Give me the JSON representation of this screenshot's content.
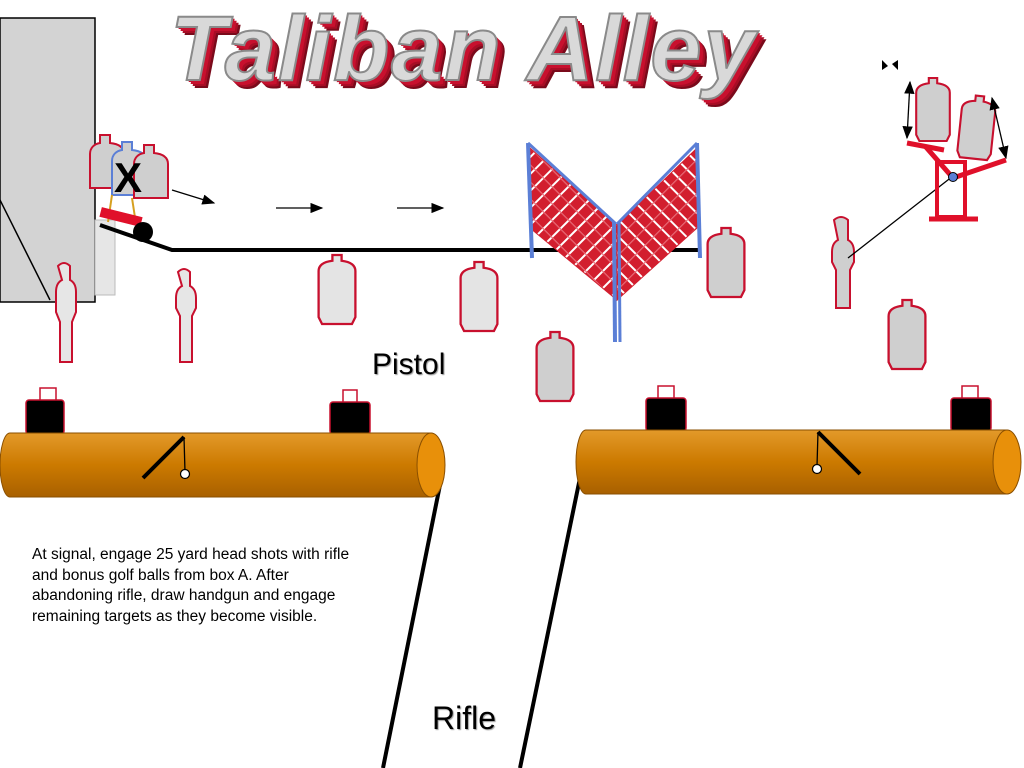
{
  "title": "Taliban Alley",
  "labels": {
    "pistol": "Pistol",
    "rifle": "Rifle"
  },
  "instructions": "At signal, engage 25 yard head shots with rifle and bonus golf balls from box A.  After abandoning rifle, draw handgun and engage remaining targets as they become visible.",
  "marker_x": "X",
  "colors": {
    "barrel_fill": "#cc7a00",
    "barrel_end": "#e8900a",
    "target_fill": "#cfcfcf",
    "target_edge": "#c8102e",
    "net_fill": "#d21e2e",
    "net_pole": "#5b7fd6",
    "wall_fill": "#d3d3d3",
    "stand_red": "#e0102a"
  },
  "icons": {
    "barrel": "barrel-icon",
    "target": "silhouette-target-icon",
    "net": "mesh-barrier-icon",
    "stand": "swinging-target-stand-icon"
  }
}
